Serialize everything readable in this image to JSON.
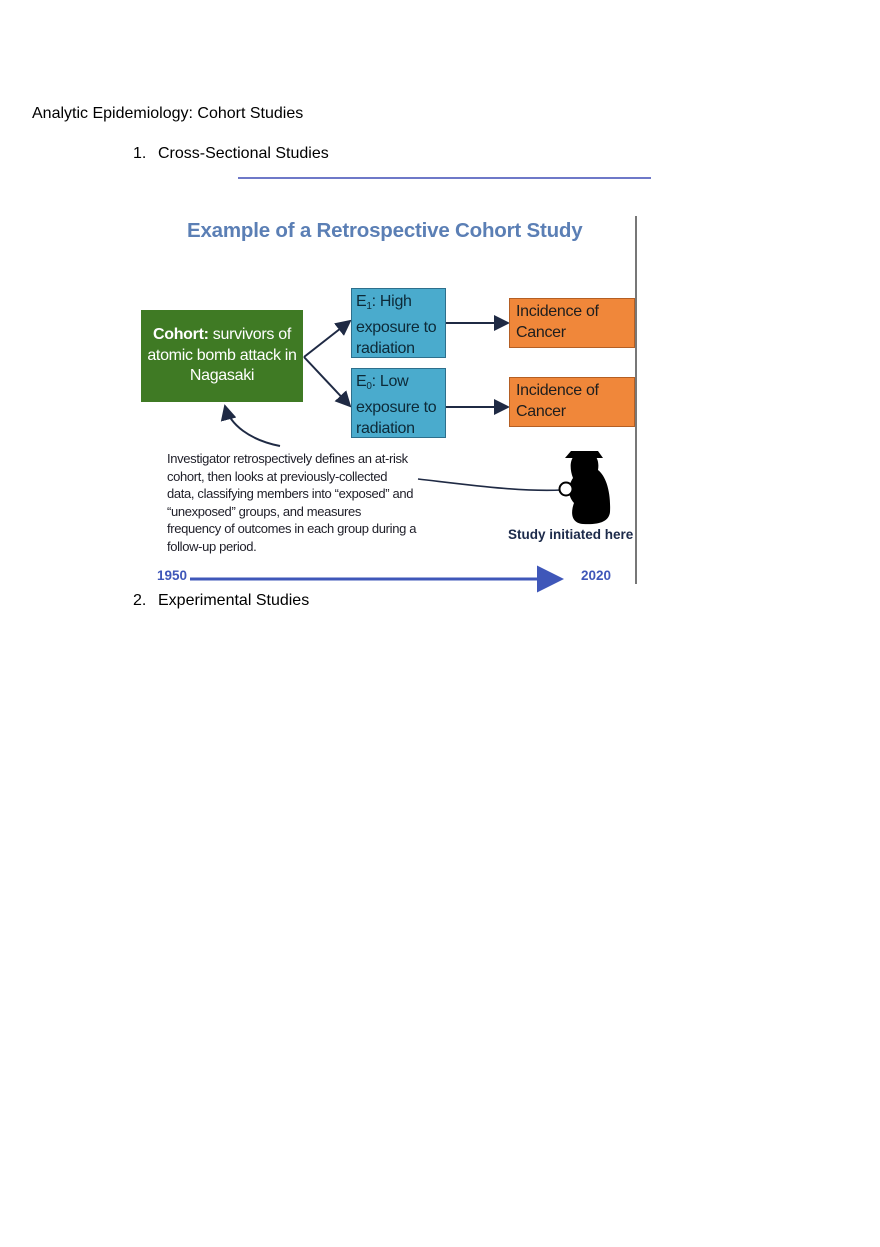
{
  "document": {
    "title": "Analytic Epidemiology: Cohort Studies",
    "list": [
      {
        "number": "1.",
        "text": "Cross-Sectional Studies"
      },
      {
        "number": "2.",
        "text": "Experimental Studies"
      }
    ]
  },
  "figure": {
    "title": "Example of a Retrospective Cohort Study",
    "cohort_box": {
      "bold": "Cohort:",
      "text": " survivors of atomic bomb attack in Nagasaki"
    },
    "exposure_high": {
      "symbol": "E",
      "sub": "1",
      "rest": ": High exposure to radiation"
    },
    "exposure_low": {
      "symbol": "E",
      "sub": "0",
      "rest": ": Low exposure to radiation"
    },
    "outcome_1": "Incidence of Cancer",
    "outcome_2": "Incidence of Cancer",
    "description": "Investigator retrospectively defines an at-risk cohort, then looks at previously-collected data, classifying members into “exposed” and “unexposed” groups, and measures frequency of outcomes in each group during a follow-up period.",
    "study_label": "Study initiated here",
    "timeline": {
      "start": "1950",
      "end": "2020"
    },
    "colors": {
      "cohort": "#3f7a24",
      "exposure": "#4aabcd",
      "outcome": "#f0873a",
      "title": "#5b7fb5",
      "timeline": "#3f57b9"
    },
    "icons": [
      "detective-icon",
      "magnifying-glass-icon"
    ]
  }
}
